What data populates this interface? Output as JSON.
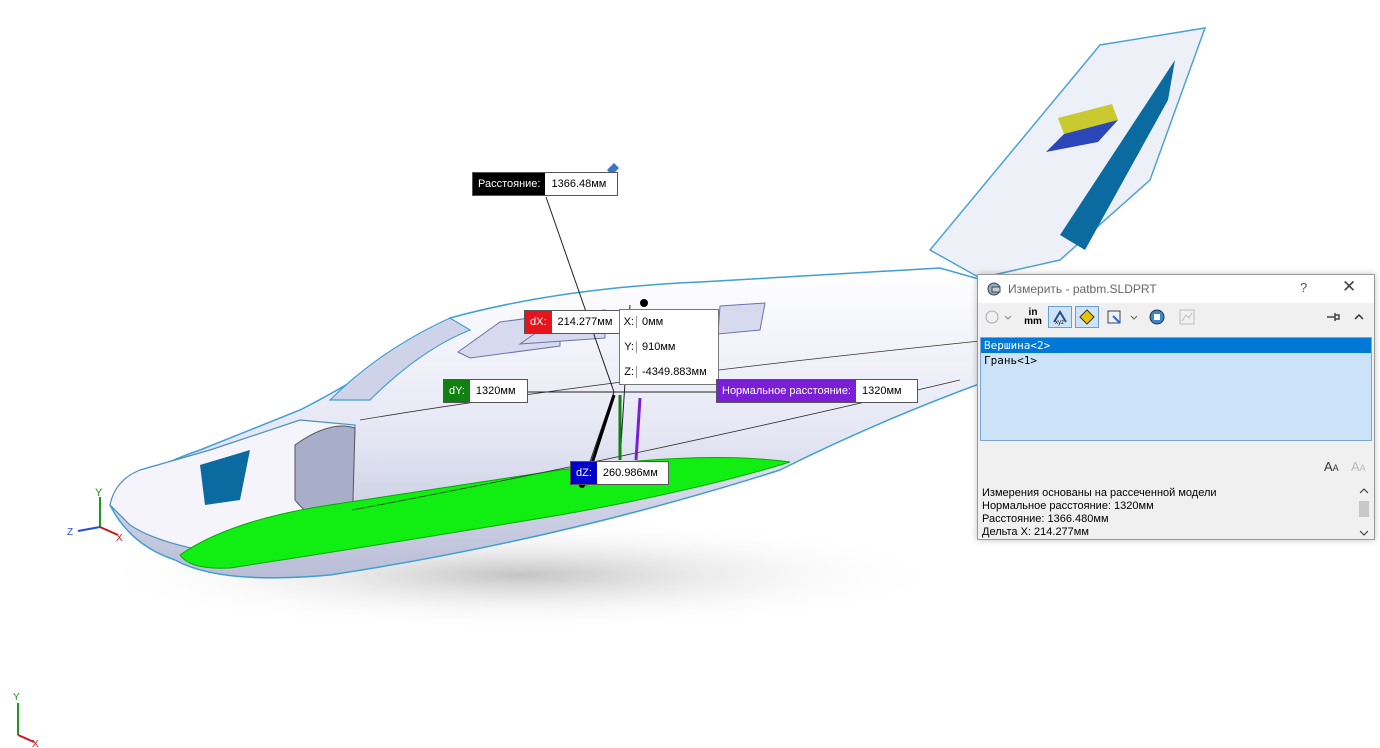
{
  "window_title": "Измерить - patbm.SLDPRT",
  "help_label": "?",
  "units_toggle": {
    "top": "in",
    "bottom": "mm"
  },
  "selections": [
    "Вершина<2>",
    "Грань<1>"
  ],
  "results": [
    "Измерения основаны на рассеченной модели",
    "Нормальное расстояние: 1320мм",
    "Расстояние: 1366.480мм",
    "Дельта X: 214.277мм"
  ],
  "callouts": {
    "distance": {
      "label": "Расстояние:",
      "value": "1366.48мм",
      "color": "#000000"
    },
    "dx": {
      "label": "dX:",
      "value": "214.277мм",
      "color": "#e8141b"
    },
    "dy": {
      "label": "dY:",
      "value": "1320мм",
      "color": "#108010"
    },
    "dz": {
      "label": "dZ:",
      "value": "260.986мм",
      "color": "#0000cc"
    },
    "normal": {
      "label": "Нормальное расстояние:",
      "value": "1320мм",
      "color": "#7a1fd6"
    }
  },
  "point_coords": {
    "x": {
      "key": "X:",
      "value": "0мм"
    },
    "y": {
      "key": "Y:",
      "value": "910мм"
    },
    "z": {
      "key": "Z:",
      "value": "-4349.883мм"
    }
  },
  "triad_labels": {
    "x": "X",
    "y": "Y",
    "z": "Z"
  },
  "colors": {
    "highlight_face": "#11ee11",
    "wing_blue": "#0b6aa0",
    "selection": "#0078d7"
  }
}
